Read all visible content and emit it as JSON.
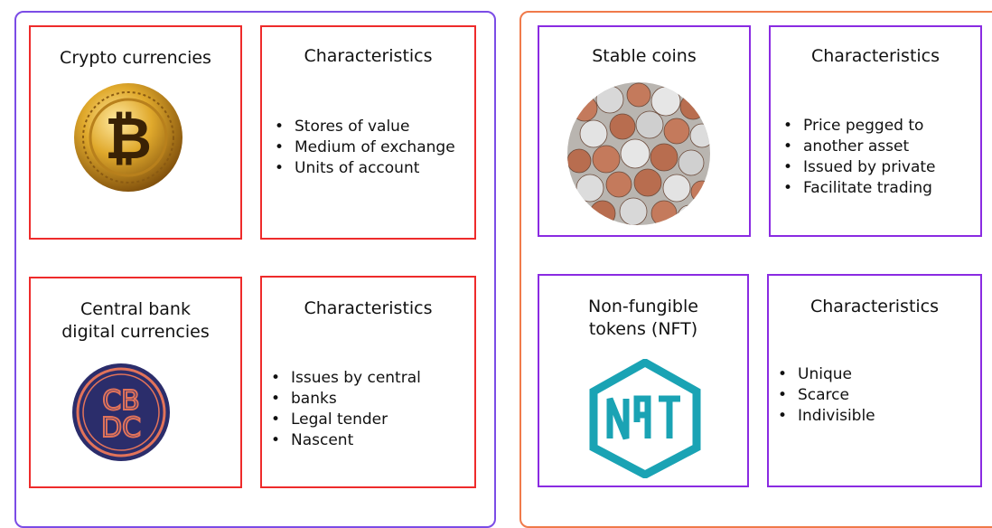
{
  "quadrants": {
    "crypto": {
      "title": "Crypto currencies",
      "icon": "bitcoin-coin-icon",
      "characteristics_title": "Characteristics",
      "items": [
        "Stores of value",
        "Medium of exchange",
        "Units of account"
      ]
    },
    "cbdc": {
      "title_line1": "Central bank",
      "title_line2": "digital currencies",
      "icon": "cbdc-coin-icon",
      "logo_text": "CBDC",
      "characteristics_title": "Characteristics",
      "items": [
        "Issues by central",
        "banks",
        "Legal tender",
        "Nascent"
      ]
    },
    "stable": {
      "title": "Stable coins",
      "icon": "coins-pile-icon",
      "characteristics_title": "Characteristics",
      "items": [
        "Price pegged to",
        "another asset",
        "Issued by private",
        "Facilitate trading"
      ]
    },
    "nft": {
      "title_line1": "Non-fungible",
      "title_line2": "tokens (NFT)",
      "icon": "nft-hexagon-icon",
      "logo_text": "NFT",
      "characteristics_title": "Characteristics",
      "items": [
        "Unique",
        "Scarce",
        "Indivisible"
      ]
    }
  },
  "colors": {
    "left_panel_border": "#7b4ce6",
    "right_panel_border": "#f07a4a",
    "left_card_border": "#ee2b2b",
    "right_card_border": "#8a2be2",
    "cbdc_coin_fill": "#2b2d6b",
    "cbdc_coin_ring": "#e2735a",
    "nft_color": "#1aa3b4"
  }
}
